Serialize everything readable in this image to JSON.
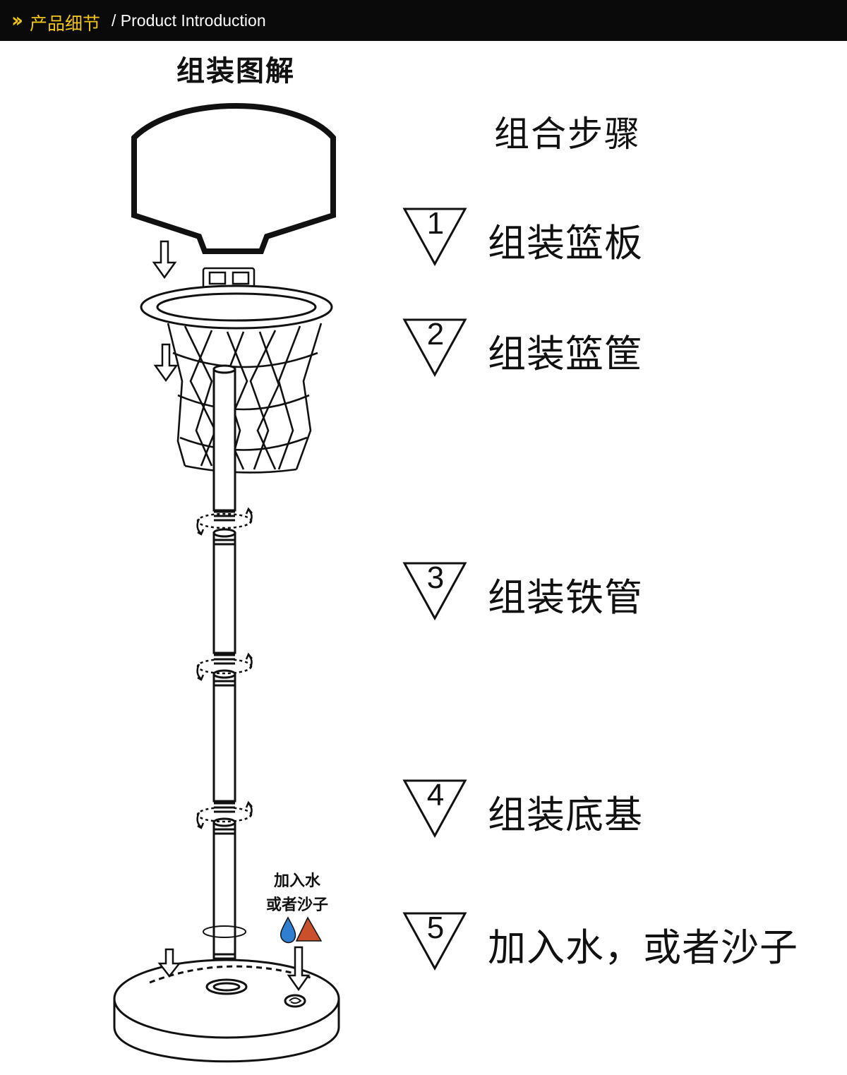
{
  "header": {
    "title_cn": "产品细节",
    "title_en": "/ Product Introduction",
    "accent_color": "#f0c419",
    "background_color": "#0a0a0a"
  },
  "diagram": {
    "title": "组装图解",
    "parts": [
      "backboard",
      "rim-with-net",
      "pipe-segment",
      "pipe-segment",
      "pipe-segment",
      "pipe-segment",
      "base"
    ],
    "fill_note_lines": [
      "加入水",
      "或者沙子"
    ],
    "water_drop_color": "#2f7fd0",
    "sand_drop_color": "#c9502a"
  },
  "steps": {
    "title": "组合步骤",
    "items": [
      {
        "number": "1",
        "label": "组装篮板"
      },
      {
        "number": "2",
        "label": "组装篮筐"
      },
      {
        "number": "3",
        "label": "组装铁管"
      },
      {
        "number": "4",
        "label": "组装底基"
      },
      {
        "number": "5",
        "label": "加入水，或者沙子"
      }
    ]
  }
}
